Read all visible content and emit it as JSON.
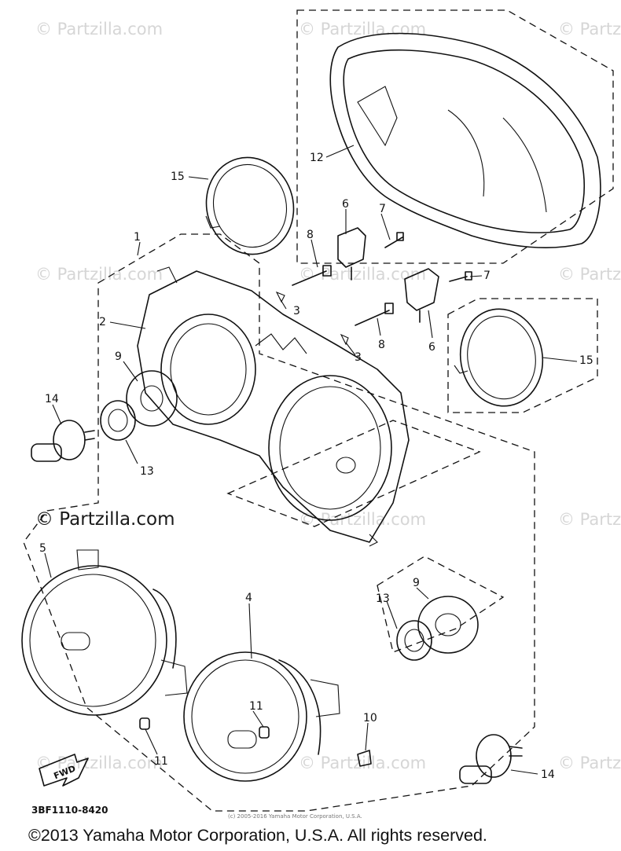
{
  "watermark": "© Partzilla.com",
  "parts": {
    "p1": "1",
    "p2": "2",
    "p3a": "3",
    "p3b": "3",
    "p4": "4",
    "p5": "5",
    "p6a": "6",
    "p6b": "6",
    "p7a": "7",
    "p7b": "7",
    "p8a": "8",
    "p8b": "8",
    "p9a": "9",
    "p9b": "9",
    "p10": "10",
    "p11a": "11",
    "p11b": "11",
    "p12": "12",
    "p13a": "13",
    "p13b": "13",
    "p14a": "14",
    "p14b": "14",
    "p15a": "15",
    "p15b": "15"
  },
  "fwd_label": "FWD",
  "diagram_code": "3BF1110-8420",
  "small_copyright": "(c) 2005-2016 Yamaha Motor Corporation, U.S.A.",
  "copyright": "©2013 Yamaha Motor Corporation, U.S.A. All rights reserved."
}
